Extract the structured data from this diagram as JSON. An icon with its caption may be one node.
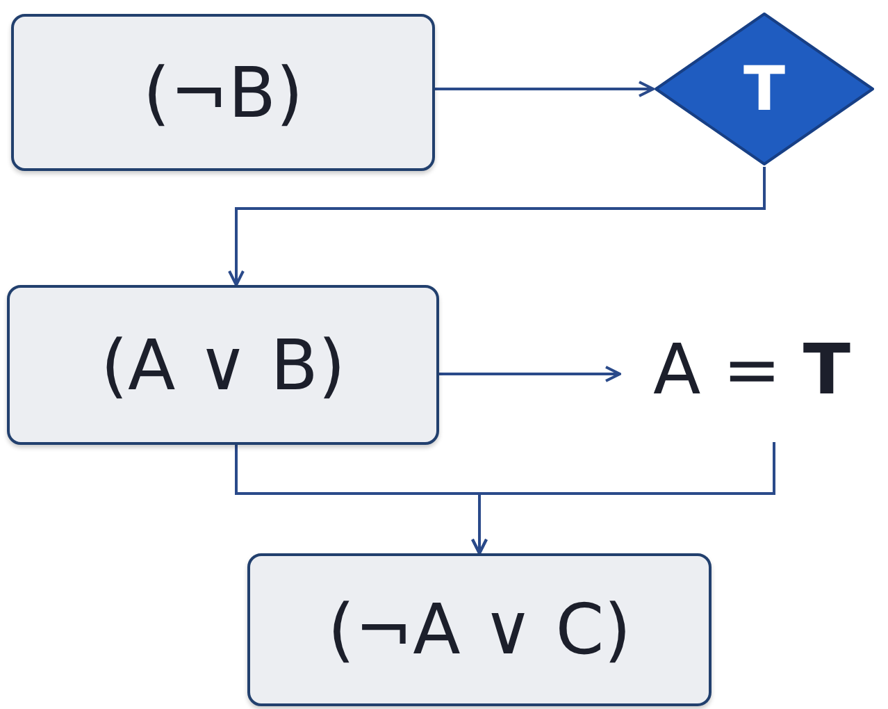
{
  "diagram": {
    "nodes": [
      {
        "text": [
          "(¬B)"
        ]
      },
      {
        "text": [
          "T"
        ]
      },
      {
        "text": [
          "(A ∨ B)"
        ]
      },
      {
        "text": [
          "A = **T**"
        ]
      },
      {
        "text": [
          "(¬A ∨ C)"
        ]
      }
    ],
    "edges": [
      {
        "from": 0,
        "to": 1,
        "arrow": "to"
      },
      {
        "from": 1,
        "to": 2,
        "arrow": "to"
      },
      {
        "from": 2,
        "to": 3,
        "arrow": "to"
      },
      {
        "from": 2,
        "to": 4,
        "arrow": "to"
      },
      {
        "from": 3,
        "to": 4,
        "arrow": "to"
      }
    ]
  }
}
